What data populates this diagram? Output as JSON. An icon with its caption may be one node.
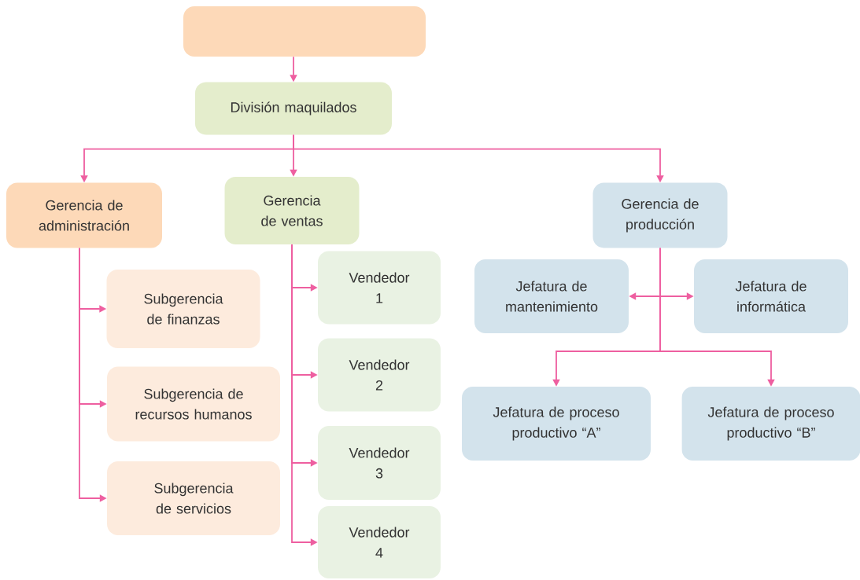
{
  "diagram": {
    "nodes": [
      {
        "text": [],
        "shape": "box"
      },
      {
        "text": [
          "División maquilados"
        ]
      },
      {
        "text": [
          "Gerencia de administración"
        ]
      },
      {
        "text": [
          "Gerencia de ventas"
        ]
      },
      {
        "text": [
          "Gerencia de producción"
        ]
      },
      {
        "text": [
          "Subgerencia de finanzas"
        ]
      },
      {
        "text": [
          "Subgerencia de recursos humanos"
        ]
      },
      {
        "text": [
          "Subgerencia de servicios"
        ]
      },
      {
        "text": [
          "Vendedor 1"
        ]
      },
      {
        "text": [
          "Vendedor 2"
        ]
      },
      {
        "text": [
          "Vendedor 3"
        ]
      },
      {
        "text": [
          "Vendedor 4"
        ]
      },
      {
        "text": [
          "Jefatura de mantenimiento"
        ]
      },
      {
        "text": [
          "Jefatura de informática"
        ]
      },
      {
        "text": [
          "Jefatura de proceso productivo “A”"
        ]
      },
      {
        "text": [
          "Jefatura de proceso productivo “B”"
        ]
      }
    ],
    "edges": [
      {
        "from": 0,
        "to": 1,
        "arrow": "to"
      },
      {
        "from": 1,
        "to": 2,
        "arrow": "to"
      },
      {
        "from": 1,
        "to": 3,
        "arrow": "to"
      },
      {
        "from": 1,
        "to": 4,
        "arrow": "to"
      },
      {
        "from": 2,
        "to": 5,
        "arrow": "to"
      },
      {
        "from": 2,
        "to": 6,
        "arrow": "to"
      },
      {
        "from": 2,
        "to": 7,
        "arrow": "to"
      },
      {
        "from": 3,
        "to": 8,
        "arrow": "to"
      },
      {
        "from": 3,
        "to": 9,
        "arrow": "to"
      },
      {
        "from": 3,
        "to": 10,
        "arrow": "to"
      },
      {
        "from": 3,
        "to": 11,
        "arrow": "to"
      },
      {
        "from": 4,
        "to": 12,
        "arrow": "to"
      },
      {
        "from": 4,
        "to": 13,
        "arrow": "to"
      },
      {
        "from": 4,
        "to": 14,
        "arrow": "to"
      },
      {
        "from": 4,
        "to": 15,
        "arrow": "to"
      }
    ]
  }
}
